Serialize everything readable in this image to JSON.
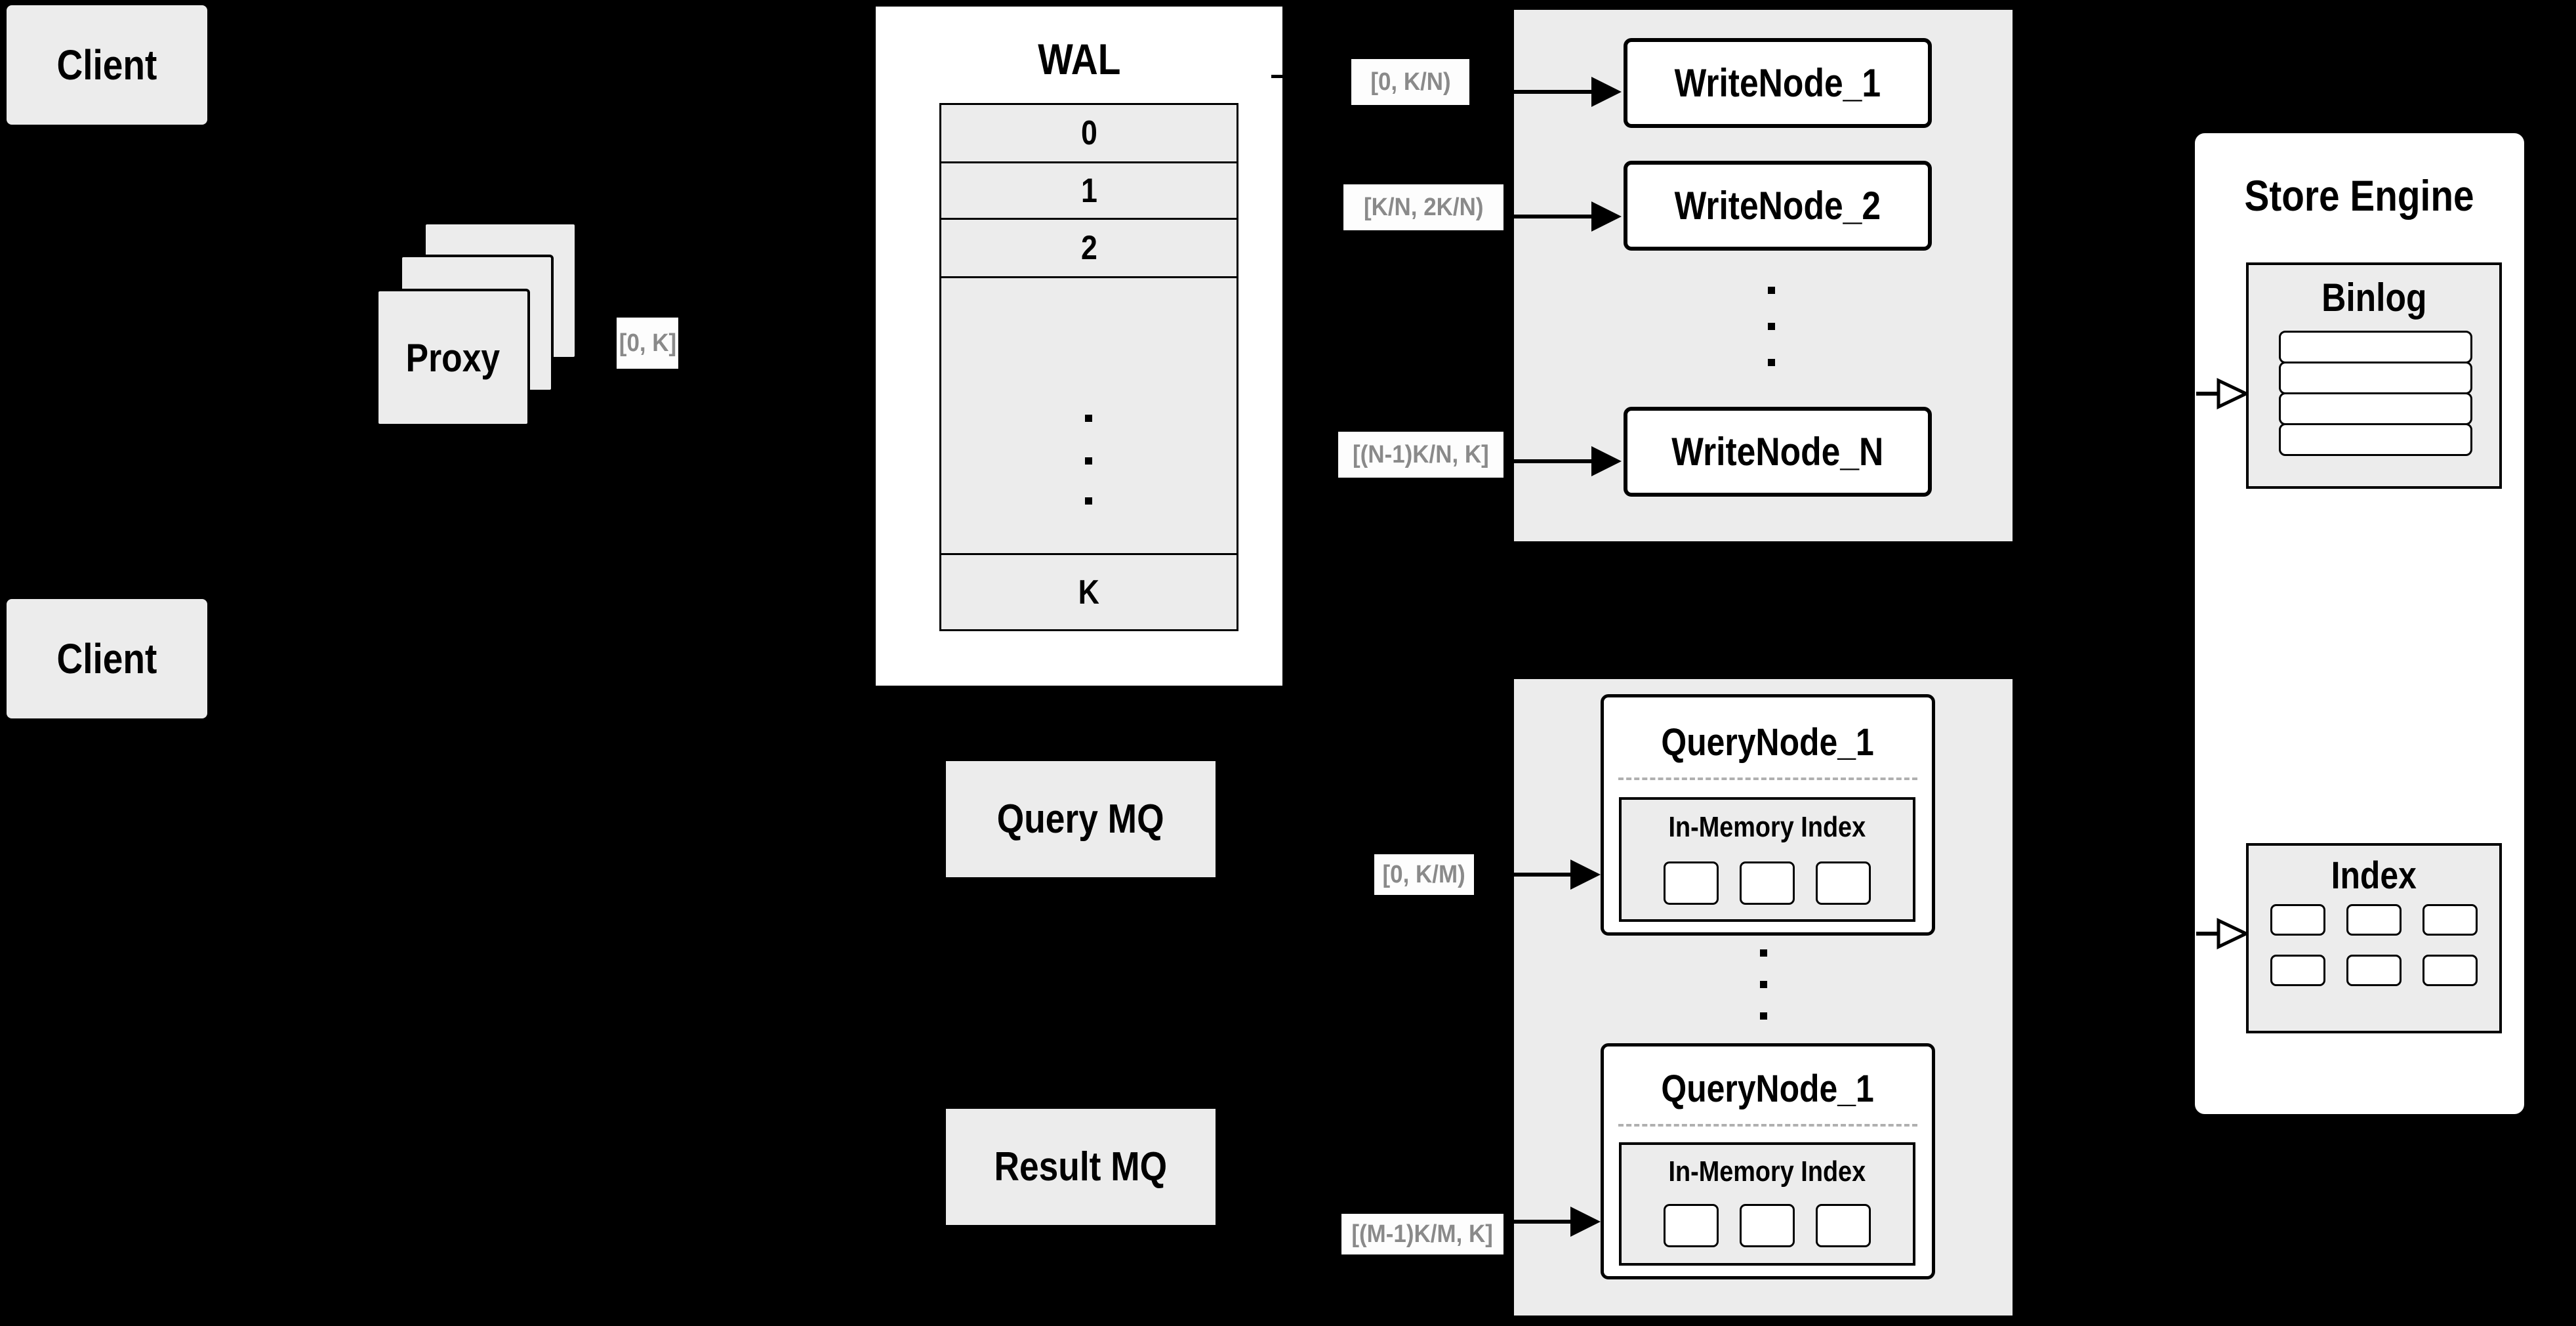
{
  "colors": {
    "background": "#000000",
    "box_gray": "#ececec",
    "box_white": "#ffffff",
    "border": "#000000",
    "range_label_text": "#8a8a8a",
    "range_label_bg": "#fdfdfd",
    "dashed_divider": "#b0b0b0"
  },
  "clients": {
    "top": "Client",
    "bottom": "Client"
  },
  "proxy": {
    "label": "Proxy",
    "range_label": "[0, K]"
  },
  "wal": {
    "title": "WAL",
    "rows": [
      "0",
      "1",
      "2",
      "K"
    ]
  },
  "write_group": {
    "nodes": [
      "WriteNode_1",
      "WriteNode_2",
      "WriteNode_N"
    ],
    "range_labels": [
      "[0, K/N)",
      "[K/N, 2K/N)",
      "[(N-1)K/N, K]"
    ]
  },
  "mq": {
    "query": "Query MQ",
    "result": "Result MQ"
  },
  "query_group": {
    "range_labels": [
      "[0, K/M)",
      "[(M-1)K/M, K]"
    ],
    "nodes": [
      {
        "title": "QueryNode_1",
        "index_title": "In-Memory Index"
      },
      {
        "title": "QueryNode_1",
        "index_title": "In-Memory Index"
      }
    ]
  },
  "store_engine": {
    "title": "Store Engine",
    "binlog_title": "Binlog",
    "index_title": "Index"
  }
}
